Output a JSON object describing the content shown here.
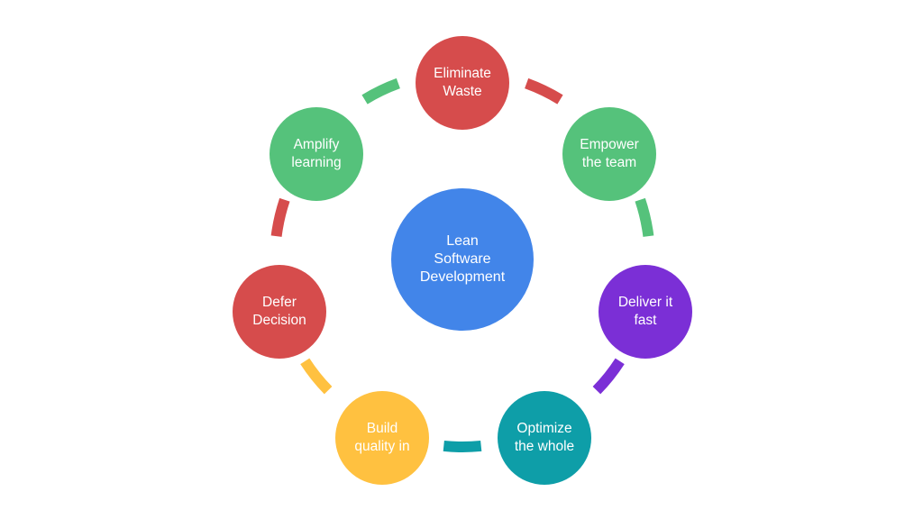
{
  "center": {
    "label": "Lean\nSoftware\nDevelopment",
    "color": "#4285E9"
  },
  "principles": [
    {
      "id": "eliminate-waste",
      "label": "Eliminate\nWaste",
      "color": "#D64C4C"
    },
    {
      "id": "empower-the-team",
      "label": "Empower\nthe team",
      "color": "#55C27B"
    },
    {
      "id": "deliver-it-fast",
      "label": "Deliver it\nfast",
      "color": "#7B2FD6"
    },
    {
      "id": "optimize-the-whole",
      "label": "Optimize\nthe whole",
      "color": "#0E9EA8"
    },
    {
      "id": "build-quality-in",
      "label": "Build\nquality in",
      "color": "#FFC140"
    },
    {
      "id": "defer-decision",
      "label": "Defer\nDecision",
      "color": "#D64C4C"
    },
    {
      "id": "amplify-learning",
      "label": "Amplify\nlearning",
      "color": "#55C27B"
    }
  ],
  "connectors": [
    {
      "id": "eliminate-to-empower",
      "color": "#D64C4C"
    },
    {
      "id": "empower-to-deliver",
      "color": "#55C27B"
    },
    {
      "id": "deliver-to-optimize",
      "color": "#7B2FD6"
    },
    {
      "id": "optimize-to-build",
      "color": "#0E9EA8"
    },
    {
      "id": "build-to-defer",
      "color": "#FFC140"
    },
    {
      "id": "defer-to-amplify",
      "color": "#D64C4C"
    },
    {
      "id": "amplify-to-eliminate",
      "color": "#55C27B"
    }
  ]
}
